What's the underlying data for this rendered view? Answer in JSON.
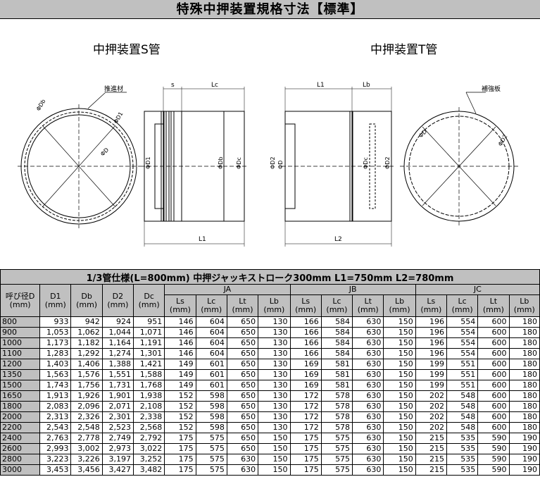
{
  "title": "特殊中押装置規格寸法【標準】",
  "drawing": {
    "s_title": "中押装置S管",
    "t_title": "中押装置T管",
    "s_callout": "推進材",
    "t_callout": "補強板",
    "s_circle_labels": [
      "ΦDb",
      "ΦD1",
      "ΦD"
    ],
    "s_side_labels": {
      "top_s": "s",
      "top_lc": "Lc",
      "left": "ΦD1",
      "mid": "ΦDb",
      "right": "ΦDc",
      "bottom": "L1"
    },
    "t_side_labels": {
      "top_l1": "L1",
      "top_lb": "Lb",
      "left1": "ΦD2",
      "left2": "ΦD",
      "mid": "ΦDc",
      "right": "ΦD2",
      "bottom": "L2"
    },
    "t_circle_labels": [
      "ΦD",
      "ΦD2"
    ]
  },
  "table": {
    "caption": "1/3管仕様(L=800mm)  中押ジャッキストローク300mm  L1=750mm  L2=780mm",
    "groups": [
      "JA",
      "JB",
      "JC"
    ],
    "head_fixed": [
      {
        "name": "呼び径D",
        "unit": "(mm)"
      },
      {
        "name": "D1",
        "unit": "(mm)"
      },
      {
        "name": "Db",
        "unit": "(mm)"
      },
      {
        "name": "D2",
        "unit": "(mm)"
      },
      {
        "name": "Dc",
        "unit": "(mm)"
      }
    ],
    "sub_cols": [
      {
        "name": "Ls",
        "unit": "(mm)"
      },
      {
        "name": "Lc",
        "unit": "(mm)"
      },
      {
        "name": "Lt",
        "unit": "(mm)"
      },
      {
        "name": "Lb",
        "unit": "(mm)"
      }
    ],
    "rows": [
      [
        "800",
        "933",
        "942",
        "924",
        "951",
        "146",
        "604",
        "650",
        "130",
        "166",
        "584",
        "630",
        "150",
        "196",
        "554",
        "600",
        "180"
      ],
      [
        "900",
        "1,053",
        "1,062",
        "1,044",
        "1,071",
        "146",
        "604",
        "650",
        "130",
        "166",
        "584",
        "630",
        "150",
        "196",
        "554",
        "600",
        "180"
      ],
      [
        "1000",
        "1,173",
        "1,182",
        "1,164",
        "1,191",
        "146",
        "604",
        "650",
        "130",
        "166",
        "584",
        "630",
        "150",
        "196",
        "554",
        "600",
        "180"
      ],
      [
        "1100",
        "1,283",
        "1,292",
        "1,274",
        "1,301",
        "146",
        "604",
        "650",
        "130",
        "166",
        "584",
        "630",
        "150",
        "196",
        "554",
        "600",
        "180"
      ],
      [
        "1200",
        "1,403",
        "1,406",
        "1,388",
        "1,421",
        "149",
        "601",
        "650",
        "130",
        "169",
        "581",
        "630",
        "150",
        "199",
        "551",
        "600",
        "180"
      ],
      [
        "1350",
        "1,563",
        "1,576",
        "1,551",
        "1,588",
        "149",
        "601",
        "650",
        "130",
        "169",
        "581",
        "630",
        "150",
        "199",
        "551",
        "600",
        "180"
      ],
      [
        "1500",
        "1,743",
        "1,756",
        "1,731",
        "1,768",
        "149",
        "601",
        "650",
        "130",
        "169",
        "581",
        "630",
        "150",
        "199",
        "551",
        "600",
        "180"
      ],
      [
        "1650",
        "1,913",
        "1,926",
        "1,901",
        "1,938",
        "152",
        "598",
        "650",
        "130",
        "172",
        "578",
        "630",
        "150",
        "202",
        "548",
        "600",
        "180"
      ],
      [
        "1800",
        "2,083",
        "2,096",
        "2,071",
        "2,108",
        "152",
        "598",
        "650",
        "130",
        "172",
        "578",
        "630",
        "150",
        "202",
        "548",
        "600",
        "180"
      ],
      [
        "2000",
        "2,313",
        "2,326",
        "2,301",
        "2,338",
        "152",
        "598",
        "650",
        "130",
        "172",
        "578",
        "630",
        "150",
        "202",
        "548",
        "600",
        "180"
      ],
      [
        "2200",
        "2,543",
        "2,548",
        "2,523",
        "2,568",
        "152",
        "598",
        "650",
        "130",
        "172",
        "578",
        "630",
        "150",
        "202",
        "548",
        "600",
        "180"
      ],
      [
        "2400",
        "2,763",
        "2,778",
        "2,749",
        "2,792",
        "175",
        "575",
        "650",
        "150",
        "175",
        "575",
        "630",
        "150",
        "215",
        "535",
        "590",
        "190"
      ],
      [
        "2600",
        "2,993",
        "3,002",
        "2,973",
        "3,022",
        "175",
        "575",
        "650",
        "150",
        "175",
        "575",
        "630",
        "150",
        "215",
        "535",
        "590",
        "190"
      ],
      [
        "2800",
        "3,223",
        "3,226",
        "3,197",
        "3,252",
        "175",
        "575",
        "630",
        "150",
        "175",
        "575",
        "630",
        "150",
        "215",
        "535",
        "590",
        "190"
      ],
      [
        "3000",
        "3,453",
        "3,456",
        "3,427",
        "3,482",
        "175",
        "575",
        "630",
        "150",
        "175",
        "575",
        "630",
        "150",
        "215",
        "535",
        "590",
        "190"
      ]
    ]
  }
}
